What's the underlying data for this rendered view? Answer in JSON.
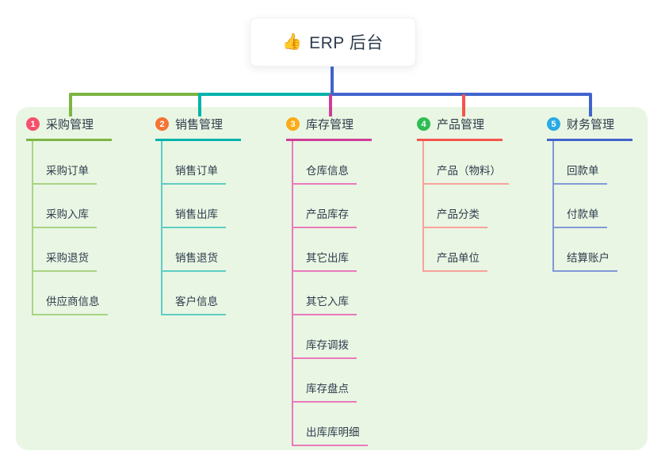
{
  "root": {
    "icon": "👍",
    "icon_name": "thumbs-up-icon",
    "title": "ERP 后台"
  },
  "branches": [
    {
      "index": "1",
      "label": "采购管理",
      "badge_color": "#f5516d",
      "line_color": "#7cb543",
      "child_line_color": "#a9d383",
      "children": [
        "采购订单",
        "采购入库",
        "采购退货",
        "供应商信息"
      ]
    },
    {
      "index": "2",
      "label": "销售管理",
      "badge_color": "#f77234",
      "line_color": "#00b3ab",
      "child_line_color": "#5fcdc3",
      "children": [
        "销售订单",
        "销售出库",
        "销售退货",
        "客户信息"
      ]
    },
    {
      "index": "3",
      "label": "库存管理",
      "badge_color": "#fbac18",
      "line_color": "#ce3d98",
      "child_line_color": "#ea79bd",
      "children": [
        "仓库信息",
        "产品库存",
        "其它出库",
        "其它入库",
        "库存调拨",
        "库存盘点",
        "出库库明细"
      ]
    },
    {
      "index": "4",
      "label": "产品管理",
      "badge_color": "#2fbd53",
      "line_color": "#f4544c",
      "child_line_color": "#f8a29b",
      "children": [
        "产品（物料）",
        "产品分类",
        "产品单位"
      ]
    },
    {
      "index": "5",
      "label": "财务管理",
      "badge_color": "#29aae3",
      "line_color": "#4163cd",
      "child_line_color": "#8299d8",
      "children": [
        "回款单",
        "付款单",
        "结算账户"
      ]
    }
  ],
  "colors": {
    "panel_bg": "#e9f6e3",
    "stem": "#4163cd",
    "text": "#2e3c4e"
  }
}
